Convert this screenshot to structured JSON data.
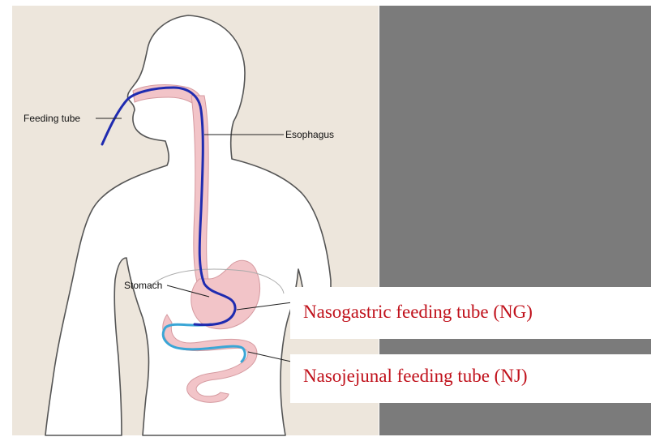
{
  "labels": {
    "feeding_tube": "Feeding tube",
    "esophagus": "Esophagus",
    "stomach": "Stomach"
  },
  "captions": {
    "ng": "Nasogastric feeding tube (NG)",
    "nj": "Nasojejunal feeding tube (NJ)"
  },
  "colors": {
    "background_left": "#ede6dc",
    "background_right": "#7b7b7b",
    "body_fill": "#ffffff",
    "body_outline": "#555555",
    "organ_fill": "#f2c4c8",
    "ng_tube": "#1f2bb0",
    "nj_tube": "#3aa6d6",
    "caption_text": "#c0111b"
  }
}
